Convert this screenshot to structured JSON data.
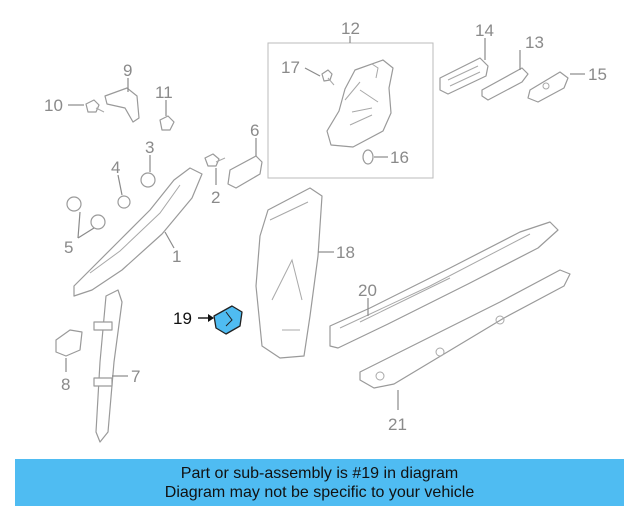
{
  "diagram": {
    "callouts": [
      "1",
      "2",
      "3",
      "4",
      "5",
      "6",
      "7",
      "8",
      "9",
      "10",
      "11",
      "12",
      "13",
      "14",
      "15",
      "16",
      "17",
      "18",
      "19",
      "20",
      "21"
    ],
    "highlighted_callout": "19",
    "highlight_color": "#4fbcf2",
    "line_color": "#9a9a9a"
  },
  "banner": {
    "line1": "Part or sub-assembly is #19 in diagram",
    "line2": "Diagram may not be specific to your vehicle",
    "background": "#4fbcf2"
  }
}
